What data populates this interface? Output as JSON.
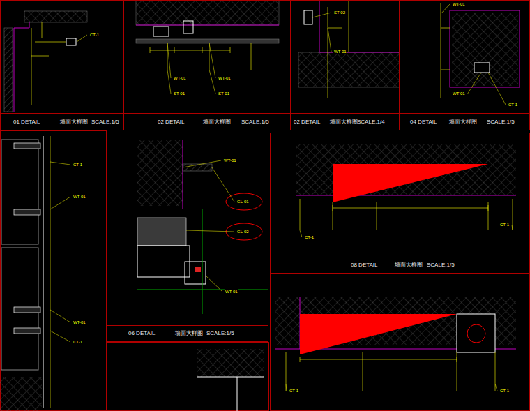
{
  "diagram": {
    "nodes": [
      {
        "text": [
          "01 DETAIL",
          "墙面大样图",
          "SCALE:1/5"
        ]
      },
      {
        "text": [
          "02 DETAIL",
          "墙面大样图",
          "SCALE:1/5"
        ]
      },
      {
        "text": [
          "02 DETAIL",
          "墙面大样图",
          "SCALE:1/4"
        ]
      },
      {
        "text": [
          "04 DETAIL",
          "墙面大样图",
          "SCALE:1/5"
        ]
      },
      {
        "text": [
          "06 DETAIL",
          "墙面大样图",
          "SCALE:1/5"
        ]
      },
      {
        "text": [
          "08 DETAIL",
          "墙面大样图",
          "SCALE:1/5"
        ]
      }
    ],
    "labels": [
      "CT-1",
      "WT-01",
      "WT-01",
      "ST-01",
      "ST-01",
      "ST-02",
      "WT-01",
      "WT-01",
      "WT-01",
      "CT-1",
      "CT-1",
      "WT-01",
      "WT-01",
      "CT-1",
      "WT-01",
      "GL-01",
      "GL-02",
      "WT-01",
      "CT-1",
      "CT-1",
      "CT-1",
      "CT-1"
    ]
  }
}
